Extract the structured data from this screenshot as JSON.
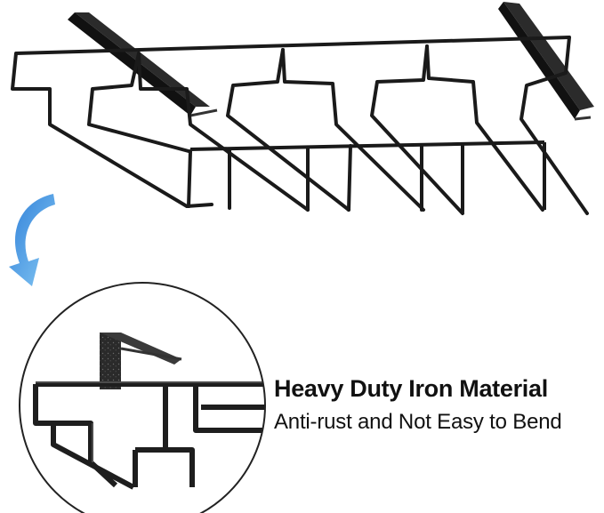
{
  "caption": {
    "title": "Heavy Duty Iron Material",
    "subtitle": "Anti-rust and Not Easy to Bend"
  },
  "image": {
    "subject": "rack-icon",
    "callout_arrow": "curved-arrow-icon",
    "zoom_detail": "magnifier-detail"
  },
  "colors": {
    "background": "#ffffff",
    "metal": "#1a1a1a",
    "bracket": "#2b2b2b",
    "arrow_start": "#2f7fd8",
    "arrow_end": "#7fc3f2",
    "text": "#111111"
  }
}
